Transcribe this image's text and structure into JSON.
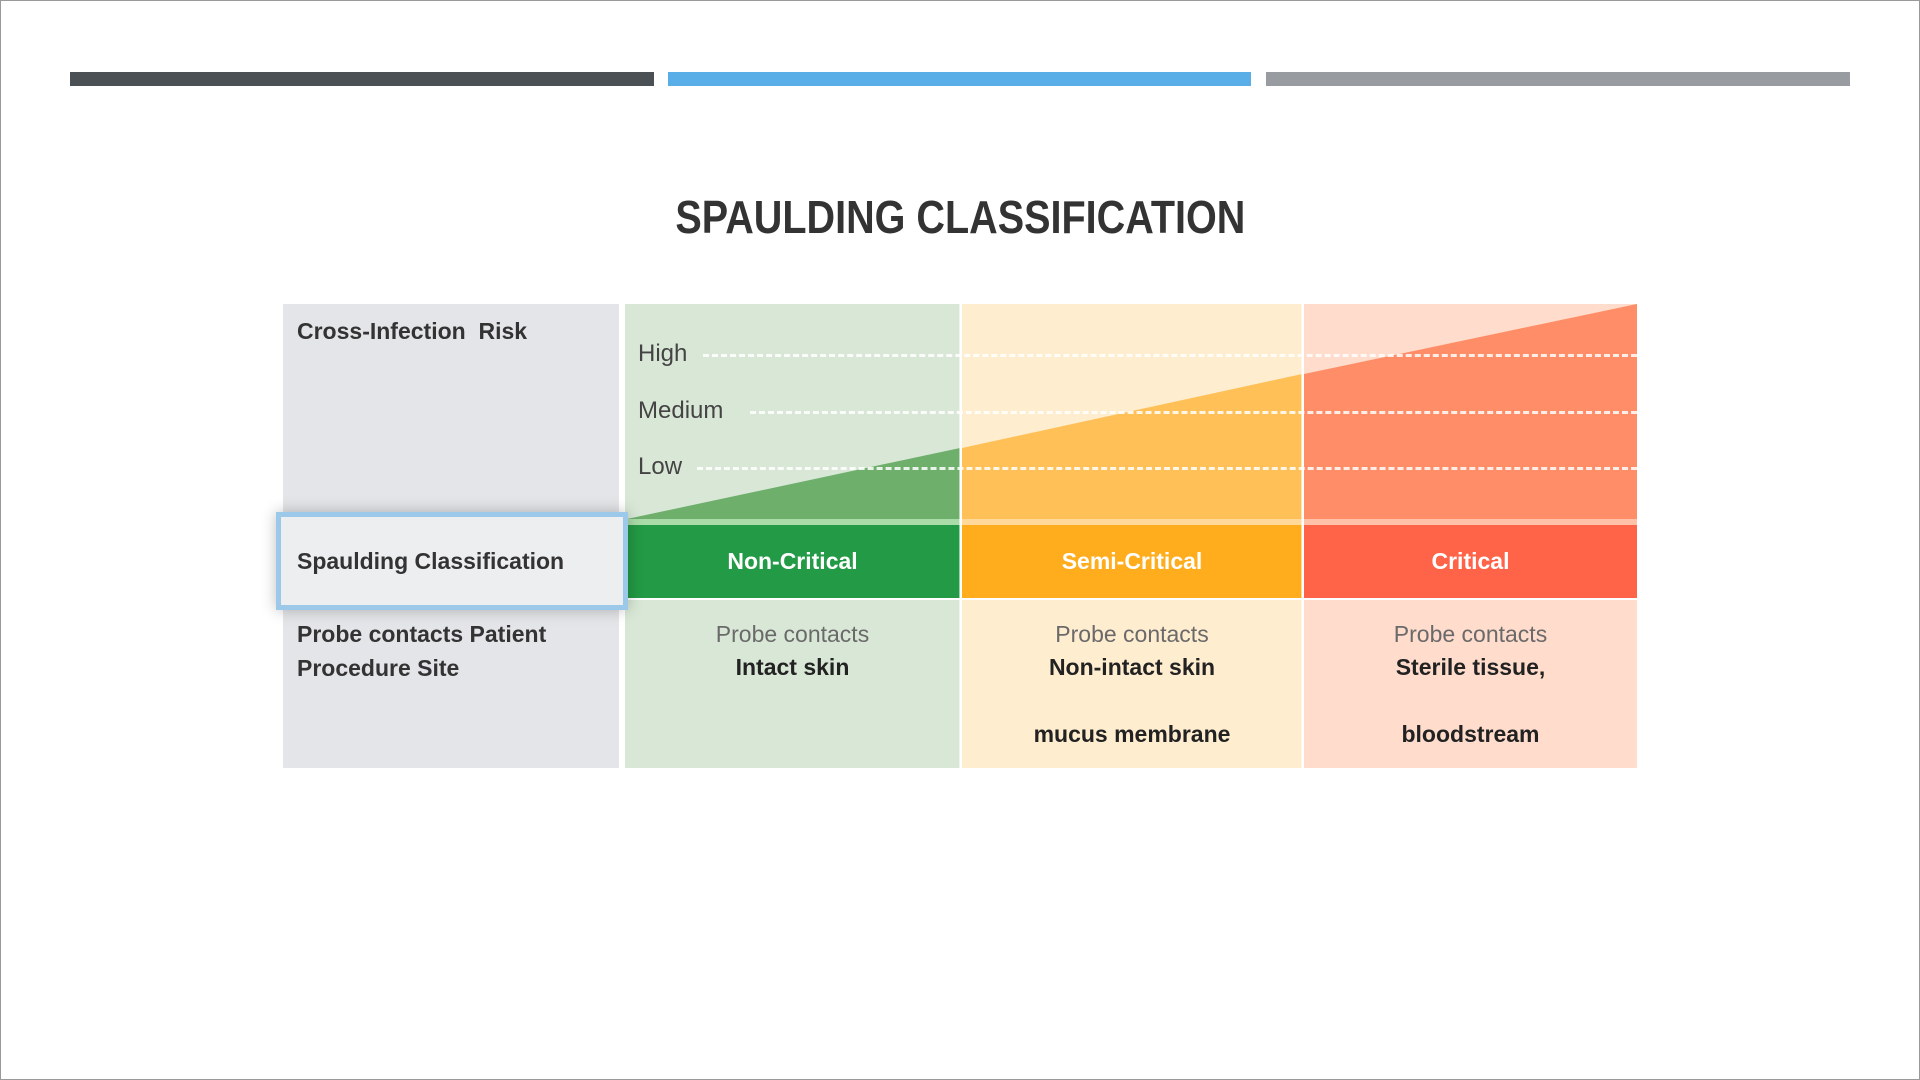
{
  "progress_bars": [
    {
      "color": "#4b5054",
      "state": "completed"
    },
    {
      "color": "#5aaee8",
      "state": "active"
    },
    {
      "color": "#989ca1",
      "state": "upcoming"
    }
  ],
  "slide": {
    "title": "SPAULDING CLASSIFICATION",
    "row_labels": {
      "risk": "Cross-Infection  Risk",
      "classification": "Spaulding Classification",
      "site_line1": "Probe contacts Patient",
      "site_line2": "Procedure Site"
    },
    "risk_levels": [
      "High",
      "Medium",
      "Low"
    ],
    "columns": [
      {
        "name": "Non-Critical",
        "header_color": "#239a45",
        "light_color": "#d9e8d6",
        "risk_color": "#6eaf6c",
        "contact_prefix": "Probe contacts",
        "contact_line1": "Intact skin",
        "contact_line2": ""
      },
      {
        "name": "Semi-Critical",
        "header_color": "#ffad1c",
        "light_color": "#ffedcf",
        "risk_color": "#ffc058",
        "contact_prefix": "Probe contacts",
        "contact_line1": "Non-intact skin",
        "contact_line2": "mucus membrane"
      },
      {
        "name": "Critical",
        "header_color": "#ff6448",
        "light_color": "#ffdccb",
        "risk_color": "#ff8e68",
        "contact_prefix": "Probe contacts",
        "contact_line1": "Sterile tissue,",
        "contact_line2": "bloodstream"
      }
    ],
    "highlight_color": "#9cc9ea"
  }
}
